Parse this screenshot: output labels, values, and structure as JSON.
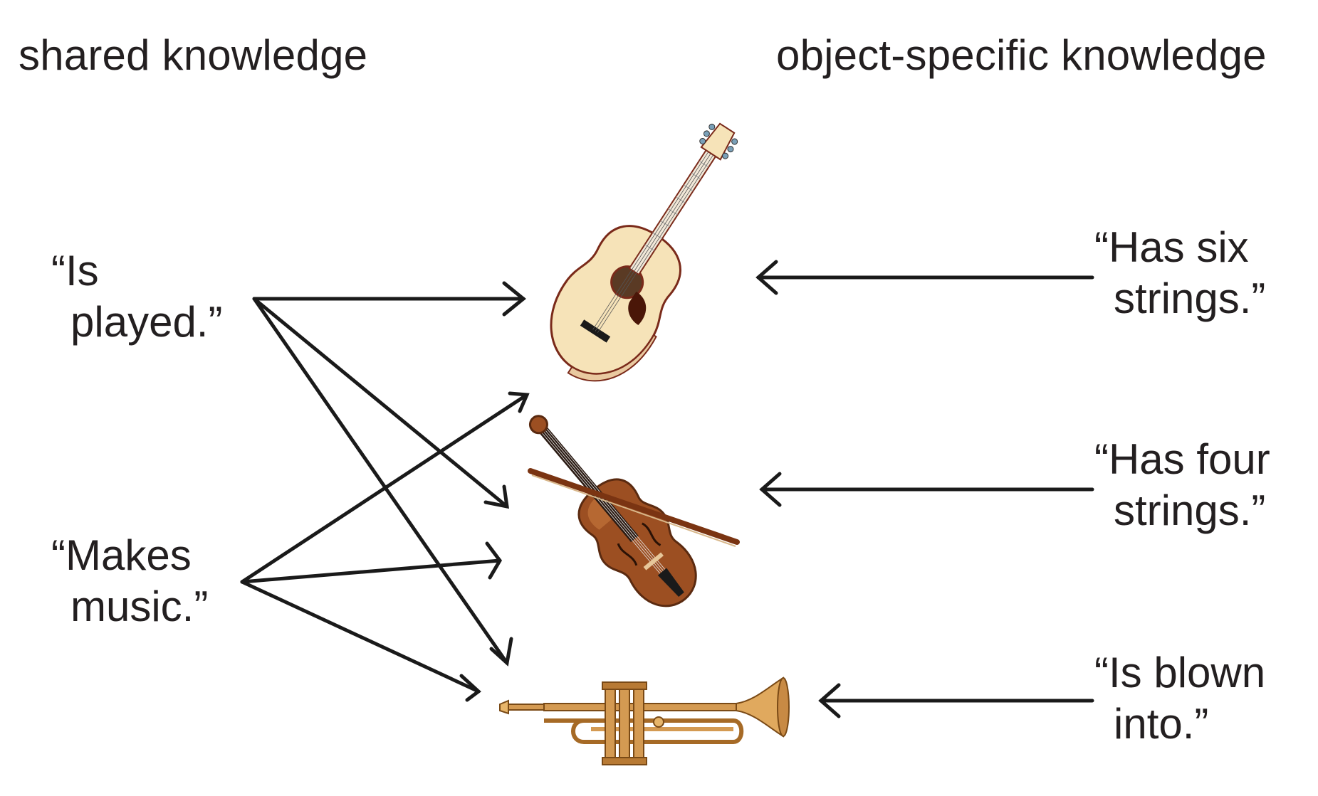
{
  "headings": {
    "shared": "shared knowledge",
    "specific": "object-specific knowledge"
  },
  "shared_features": [
    {
      "line1": "“Is",
      "line2": "played.”"
    },
    {
      "line1": "“Makes",
      "line2": "music.”"
    }
  ],
  "specific_features": [
    {
      "line1": "“Has six",
      "line2": "strings.”"
    },
    {
      "line1": "“Has four",
      "line2": "strings.”"
    },
    {
      "line1": "“Is blown",
      "line2": "into.”"
    }
  ],
  "objects": [
    {
      "icon": "acoustic-guitar-icon"
    },
    {
      "icon": "violin-with-bow-icon"
    },
    {
      "icon": "trumpet-icon"
    }
  ],
  "colors": {
    "text": "#231f20",
    "arrow": "#1a1a1a",
    "guitar_body": "#f6e3b8",
    "guitar_outline": "#7a2a1a",
    "violin_wood": "#9c4f22",
    "brass": "#d49a52"
  }
}
